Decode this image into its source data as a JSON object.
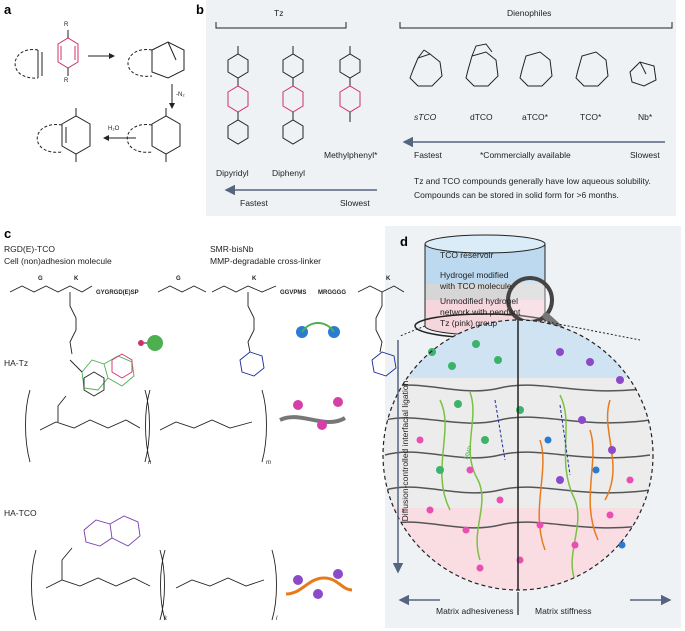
{
  "colors": {
    "tetrazine": "#d0306a",
    "tco": "#4caf50",
    "nb": "#1a2a9c",
    "arrow": "#55657f",
    "panel_bg": "#eef2f5",
    "hydrogel_blue": "#bcd9ef",
    "hydrogel_pink": "#f6d6dd"
  },
  "panel_a": {
    "letter": "a",
    "r_label": "R",
    "n2_label": "-N₂",
    "h2o_label": "H₂O"
  },
  "panel_b": {
    "letter": "b",
    "tz_header": "Tz",
    "dienophiles_header": "Dienophiles",
    "tz_compounds": [
      "Dipyridyl",
      "Diphenyl",
      "Methylphenyl*"
    ],
    "tz_fastest": "Fastest",
    "tz_slowest": "Slowest",
    "dienophiles": [
      "sTCO",
      "dTCO",
      "aTCO*",
      "TCO*",
      "Nb*"
    ],
    "dien_fastest": "Fastest",
    "commercially_available": "*Commercially available",
    "dien_slowest": "Slowest",
    "note_line1": "Tz and TCO compounds generally have low aqueous solubility.",
    "note_line2": "Compounds can be stored in solid form for >6 months."
  },
  "panel_c": {
    "letter": "c",
    "rgd_title1": "RGD(E)-TCO",
    "rgd_title2": "Cell (non)adhesion molecule",
    "rgd_g1": "G",
    "rgd_k": "K",
    "rgd_g2": "G",
    "rgd_seq": "GYGRGD(E)SP",
    "smr_title1": "SMR-bisNb",
    "smr_title2": "MMP-degradable cross-linker",
    "smr_k1": "K",
    "smr_k2": "K",
    "smr_seq1": "GGVPMS",
    "smr_seq2": "MRGGGG",
    "hatz_title": "HA-Tz",
    "hatco_title": "HA-TCO",
    "n_label": "n",
    "m_label": "m",
    "k_label": "k",
    "l_label": "l"
  },
  "panel_d": {
    "letter": "d",
    "label_reservoir": "TCO reservoir",
    "label_modified1": "Hydrogel modified",
    "label_modified2": "with TCO molecule",
    "label_unmod1": "Unmodified hydrogel",
    "label_unmod2": "network with pendant",
    "label_unmod3": "Tz (pink) group",
    "side_label": "Diffusion-controlled interfacial ligation",
    "mmp_label": "MMP",
    "adhesiveness": "Matrix adhesiveness",
    "stiffness": "Matrix stiffness"
  }
}
